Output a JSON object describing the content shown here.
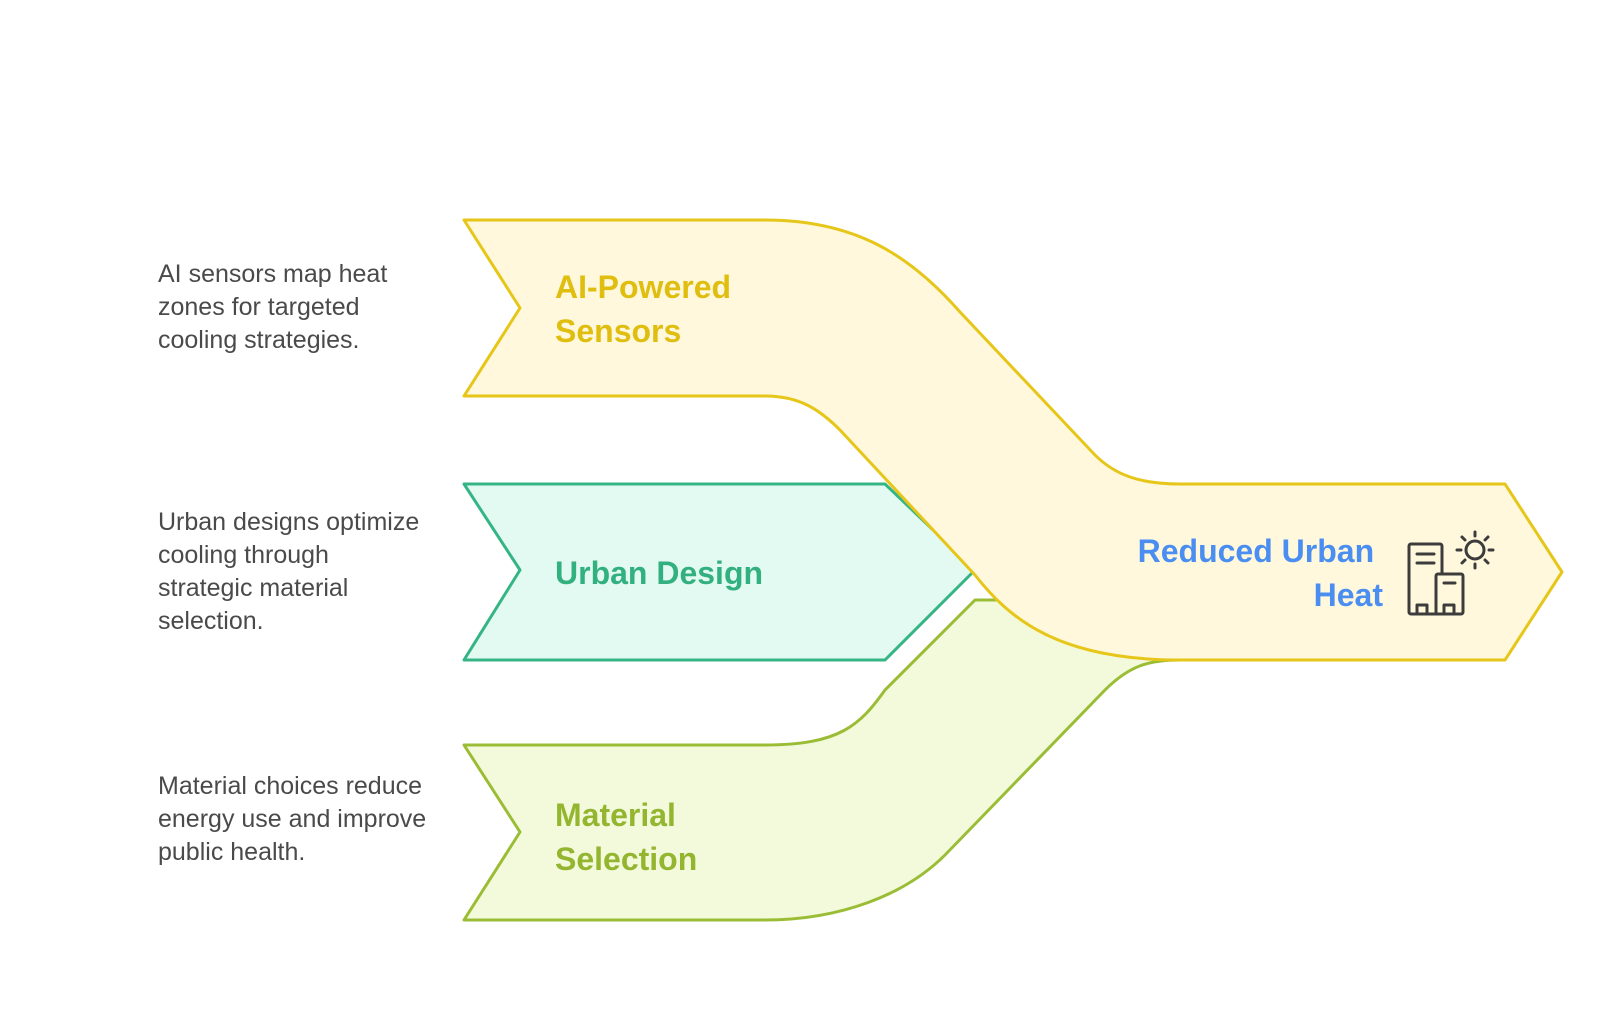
{
  "branches": [
    {
      "id": "sensors",
      "label_lines": [
        "AI-Powered",
        "Sensors"
      ],
      "description": "AI sensors map heat zones for targeted cooling strategies.",
      "fill": "#FFF8DC",
      "stroke": "#E6C619",
      "text_color": "#E0BE10"
    },
    {
      "id": "design",
      "label_lines": [
        "Urban Design"
      ],
      "description": "Urban designs optimize cooling through strategic material selection.",
      "fill": "#E2FAF1",
      "stroke": "#35B585",
      "text_color": "#33B07F"
    },
    {
      "id": "material",
      "label_lines": [
        "Material",
        "Selection"
      ],
      "description": "Material choices reduce energy use and improve public health.",
      "fill": "#F3FADC",
      "stroke": "#9BBD35",
      "text_color": "#94B530"
    }
  ],
  "outcome": {
    "label_lines": [
      "Reduced Urban",
      "Heat"
    ],
    "icon": "city-sun-icon",
    "fill": "#FFF8DC",
    "stroke": "#E6C619",
    "text_color": "#4A8EF2",
    "icon_color": "#3C3C3C"
  }
}
